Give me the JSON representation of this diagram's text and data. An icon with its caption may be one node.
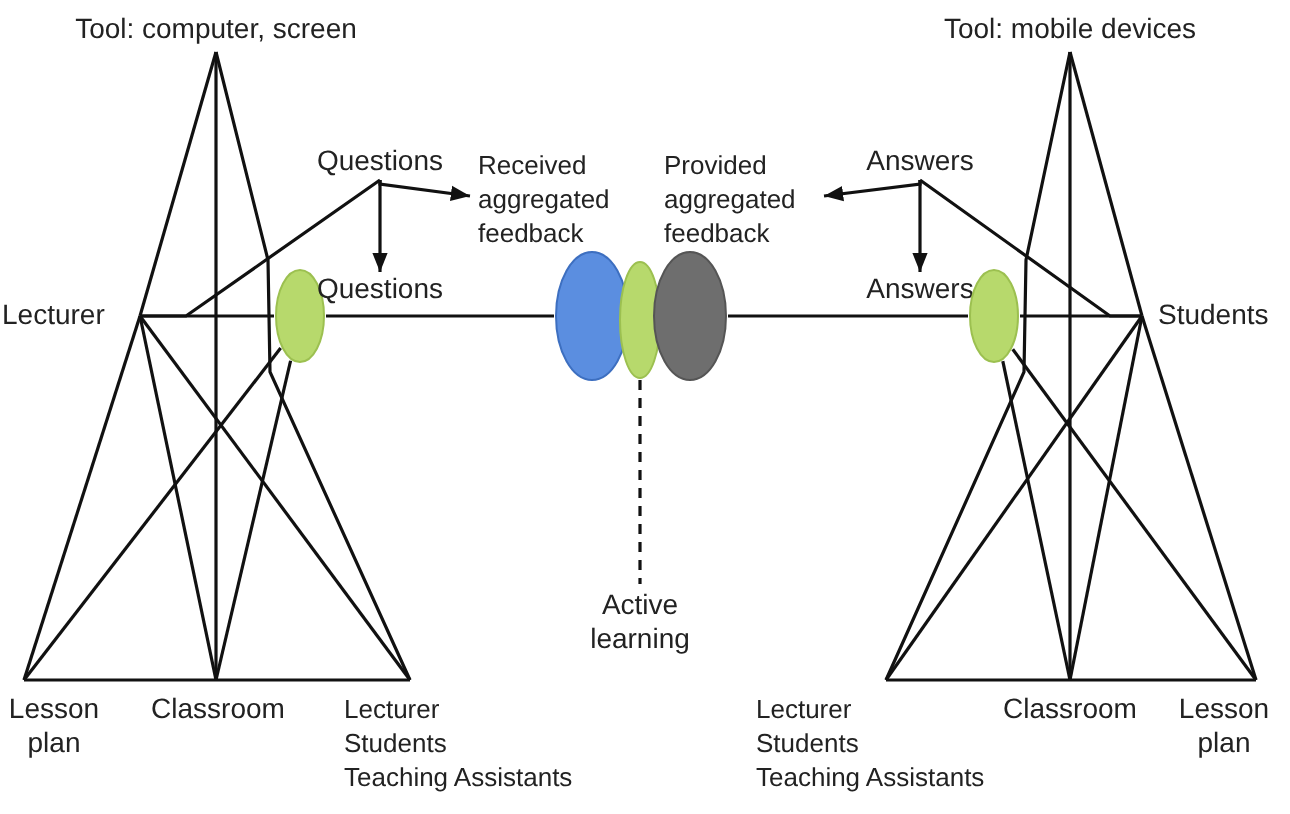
{
  "diagram": {
    "nodes": [
      {
        "text": [
          "Tool: computer, screen"
        ]
      },
      {
        "text": [
          "Lecturer"
        ]
      },
      {
        "text": [],
        "shape": "ellipse"
      },
      {
        "text": [
          "Lesson plan"
        ]
      },
      {
        "text": [
          "Classroom"
        ]
      },
      {
        "text": [
          "Lecturer",
          "Students",
          "Teaching Assistants"
        ]
      },
      {
        "text": [
          "Questions"
        ]
      },
      {
        "text": [
          "Questions"
        ]
      },
      {
        "text": [
          "Received aggregated feedback"
        ]
      },
      {
        "text": [],
        "shape": "ellipse"
      },
      {
        "text": [],
        "shape": "ellipse"
      },
      {
        "text": [],
        "shape": "ellipse"
      },
      {
        "text": [
          "Provided aggregated feedback"
        ]
      },
      {
        "text": [
          "Active learning"
        ]
      },
      {
        "text": [
          "Answers"
        ]
      },
      {
        "text": [
          "Answers"
        ]
      },
      {
        "text": [
          "Tool: mobile devices"
        ]
      },
      {
        "text": [
          "Students"
        ]
      },
      {
        "text": [],
        "shape": "ellipse"
      },
      {
        "text": [
          "Lecturer",
          "Students",
          "Teaching Assistants"
        ]
      },
      {
        "text": [
          "Classroom"
        ]
      },
      {
        "text": [
          "Lesson plan"
        ]
      }
    ],
    "edges": [
      {
        "from": 0,
        "to": 1,
        "arrow": "none"
      },
      {
        "from": 0,
        "to": 4,
        "arrow": "none"
      },
      {
        "from": 0,
        "to": 5,
        "arrow": "none"
      },
      {
        "from": 1,
        "to": 2,
        "arrow": "none"
      },
      {
        "from": 1,
        "to": 3,
        "arrow": "none"
      },
      {
        "from": 1,
        "to": 4,
        "arrow": "none"
      },
      {
        "from": 1,
        "to": 5,
        "arrow": "none"
      },
      {
        "from": 2,
        "to": 3,
        "arrow": "none"
      },
      {
        "from": 2,
        "to": 4,
        "arrow": "none"
      },
      {
        "from": 3,
        "to": 4,
        "arrow": "none"
      },
      {
        "from": 4,
        "to": 5,
        "arrow": "none"
      },
      {
        "from": 1,
        "to": 6,
        "arrow": "none"
      },
      {
        "from": 6,
        "to": 8,
        "arrow": "to"
      },
      {
        "from": 6,
        "to": 7,
        "arrow": "to"
      },
      {
        "from": 2,
        "to": 9,
        "arrow": "none"
      },
      {
        "from": 10,
        "to": 13,
        "arrow": "none",
        "style": "dashed"
      },
      {
        "from": 11,
        "to": 18,
        "arrow": "none"
      },
      {
        "from": 16,
        "to": 17,
        "arrow": "none"
      },
      {
        "from": 16,
        "to": 20,
        "arrow": "none"
      },
      {
        "from": 16,
        "to": 19,
        "arrow": "none"
      },
      {
        "from": 18,
        "to": 17,
        "arrow": "none"
      },
      {
        "from": 17,
        "to": 19,
        "arrow": "none"
      },
      {
        "from": 17,
        "to": 20,
        "arrow": "none"
      },
      {
        "from": 17,
        "to": 21,
        "arrow": "none"
      },
      {
        "from": 18,
        "to": 20,
        "arrow": "none"
      },
      {
        "from": 18,
        "to": 21,
        "arrow": "none"
      },
      {
        "from": 19,
        "to": 20,
        "arrow": "none"
      },
      {
        "from": 20,
        "to": 21,
        "arrow": "none"
      },
      {
        "from": 17,
        "to": 14,
        "arrow": "none"
      },
      {
        "from": 14,
        "to": 12,
        "arrow": "to"
      },
      {
        "from": 14,
        "to": 15,
        "arrow": "to"
      }
    ]
  }
}
